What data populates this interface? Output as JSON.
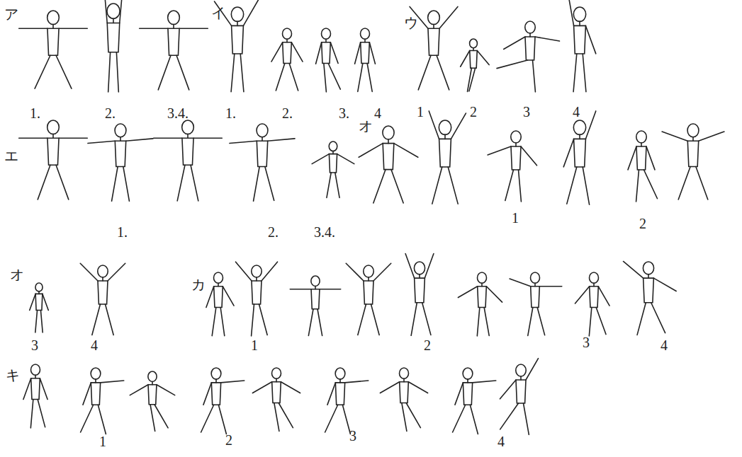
{
  "diagram": {
    "labels": [
      "ア",
      "1.",
      "2.",
      "3.4.",
      "イ",
      "1.",
      "2.",
      "3.",
      "4",
      "ウ",
      "1",
      "2",
      "3",
      "4",
      "エ",
      "1.",
      "2.",
      "3.4.",
      "オ",
      "1",
      "2",
      "オ",
      "3",
      "4",
      "カ",
      "1",
      "2",
      "3",
      "4",
      "キ",
      "1",
      "2",
      "3",
      "4"
    ]
  }
}
